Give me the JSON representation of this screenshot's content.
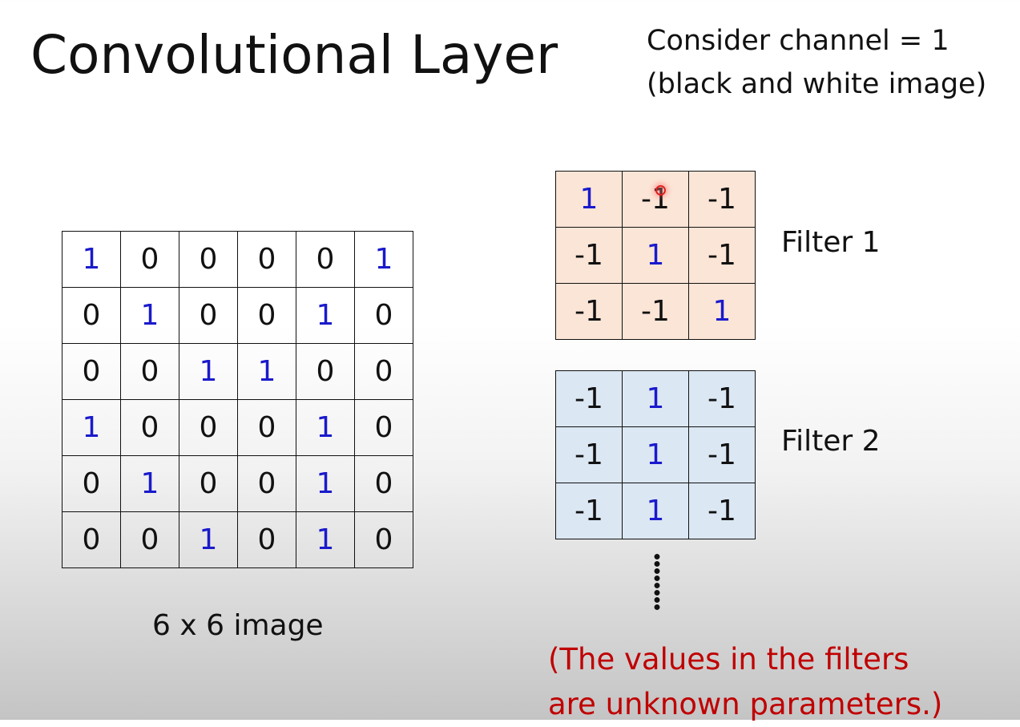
{
  "title": "Convolutional Layer",
  "note_top": [
    "Consider channel = 1",
    "(black and white image)"
  ],
  "image": {
    "caption": "6 x 6 image",
    "rows": [
      [
        "1",
        "0",
        "0",
        "0",
        "0",
        "1"
      ],
      [
        "0",
        "1",
        "0",
        "0",
        "1",
        "0"
      ],
      [
        "0",
        "0",
        "1",
        "1",
        "0",
        "0"
      ],
      [
        "1",
        "0",
        "0",
        "0",
        "1",
        "0"
      ],
      [
        "0",
        "1",
        "0",
        "0",
        "1",
        "0"
      ],
      [
        "0",
        "0",
        "1",
        "0",
        "1",
        "0"
      ]
    ]
  },
  "filters": [
    {
      "label": "Filter 1",
      "fill": "#fbe5d6",
      "rows": [
        [
          "1",
          "-1",
          "-1"
        ],
        [
          "-1",
          "1",
          "-1"
        ],
        [
          "-1",
          "-1",
          "1"
        ]
      ]
    },
    {
      "label": "Filter 2",
      "fill": "#dbe7f3",
      "rows": [
        [
          "-1",
          "1",
          "-1"
        ],
        [
          "-1",
          "1",
          "-1"
        ],
        [
          "-1",
          "1",
          "-1"
        ]
      ]
    }
  ],
  "bottom_note": [
    "(The values in the filters",
    "are unknown parameters.)"
  ],
  "colors": {
    "one_value": "#1a1acc",
    "note_red": "#c00000",
    "text": "#111111"
  }
}
